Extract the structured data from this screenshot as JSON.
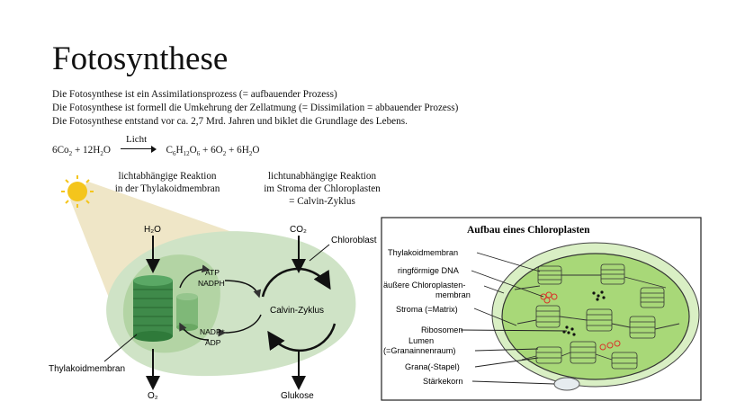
{
  "slide": {
    "title": "Fotosynthese",
    "intro_lines": [
      "Die Fotosynthese ist ein Assimilationsprozess (= aufbauender Prozess)",
      "Die Fotosynthese ist formell die Umkehrung der Zellatmung (= Dissimilation = abbauender Prozess)",
      "Die Fotosynthese entstand vor ca. 2,7 Mrd. Jahren und biklet die Grundlage des Lebens."
    ]
  },
  "equation": {
    "over_arrow": "Licht",
    "lhs": {
      "a": "6Co",
      "a_sub": "2",
      "b": " + 12H",
      "b_sub": "2",
      "c": "O"
    },
    "rhs": {
      "a": "C",
      "a_sub": "6",
      "b": "H",
      "b_sub": "12",
      "c": "O",
      "c_sub": "6",
      "d": " + 6O",
      "d_sub": "2",
      "e": " + 6H",
      "e_sub": "2",
      "f": "O"
    }
  },
  "captions": {
    "light_dependent": [
      "lichtabhängige  Reaktion",
      "in der Thylakoidmembran"
    ],
    "light_independent": [
      "lichtunabhängige  Reaktion",
      "im Stroma der Chloroplasten",
      "= Calvin-Zyklus"
    ]
  },
  "diagram_left": {
    "h2o": "H₂O",
    "co2": "CO₂",
    "chloroplast": "Chloroblast",
    "atp": "ATP",
    "nadph": "NADPH",
    "nadp": "NADP⁺",
    "adp": "ADP",
    "calvin": "Calvin-Zyklus",
    "thylakoid": "Thylakoidmembran",
    "o2": "O₂",
    "glucose": "Glukose"
  },
  "diagram_right": {
    "title": "Aufbau eines Chloroplasten",
    "labels": [
      "Thylakoidmembran",
      "ringförmige DNA",
      "äußere Chloroplasten-",
      "membran",
      "Stroma (=Matrix)",
      "Ribosomen",
      "Lumen",
      "(=Granainnenraum)",
      "Grana(-Stapel)",
      "Stärkekorn"
    ]
  },
  "colors": {
    "chloroplast_fill": "#cfe3c6",
    "inner_fill": "#b3d4a4",
    "grana_dark": "#3f8a4a",
    "light_cone": "#efe6c7",
    "sun": "#f4c51c",
    "right_bg_fill": "#a8d878",
    "right_outer": "#d9efc4"
  }
}
